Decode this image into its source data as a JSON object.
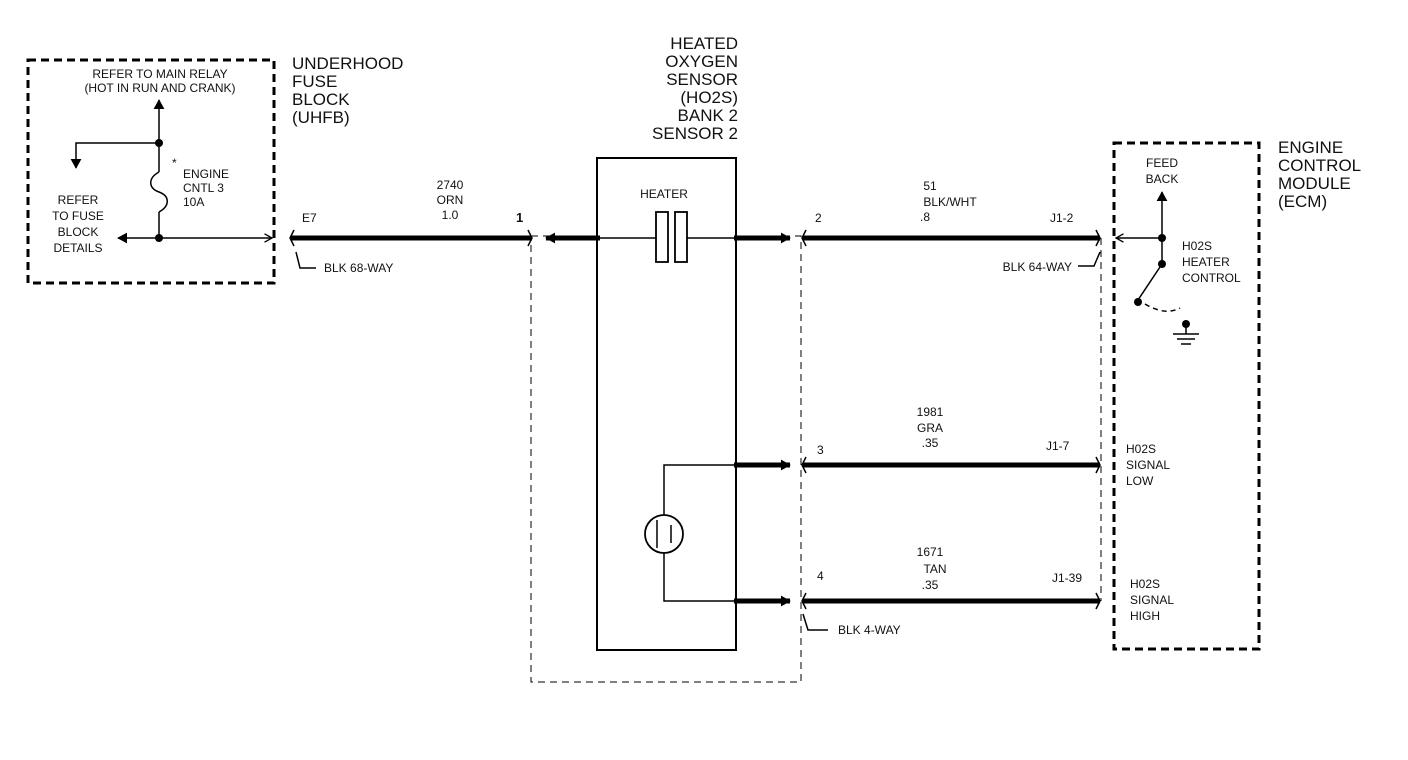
{
  "uhfb": {
    "title": [
      "UNDERHOOD",
      "FUSE",
      "BLOCK",
      "(UHFB)"
    ],
    "refer_relay": [
      "REFER TO MAIN RELAY",
      "(HOT IN RUN AND CRANK)"
    ],
    "refer_fuse": [
      "REFER",
      "TO FUSE",
      "BLOCK",
      "DETAILS"
    ],
    "fuse_label": [
      "ENGINE",
      "CNTL 3",
      "10A"
    ],
    "fuse_mark": "*",
    "terminal": "E7",
    "connector": "BLK 68-WAY"
  },
  "sensor": {
    "title": [
      "HEATED",
      "OXYGEN",
      "SENSOR",
      "(HO2S)",
      "BANK 2",
      "SENSOR 2"
    ],
    "heater_label": "HEATER",
    "pin_1": "1",
    "pin_2": "2",
    "pin_3": "3",
    "pin_4": "4",
    "connector": "BLK 4-WAY"
  },
  "wires": {
    "w2740": [
      "2740",
      "ORN",
      "1.0"
    ],
    "w51": [
      "51",
      "BLK/WHT",
      ".8"
    ],
    "w1981": [
      "1981",
      "GRA",
      ".35"
    ],
    "w1671": [
      "1671",
      "TAN",
      ".35"
    ]
  },
  "ecm": {
    "title": [
      "ENGINE",
      "CONTROL",
      "MODULE",
      "(ECM)"
    ],
    "feedback": [
      "FEED",
      "BACK"
    ],
    "heater_control": [
      "H02S",
      "HEATER",
      "CONTROL"
    ],
    "signal_low": [
      "H02S",
      "SIGNAL",
      "LOW"
    ],
    "signal_high": [
      "H02S",
      "SIGNAL",
      "HIGH"
    ],
    "pin_j1_2": "J1-2",
    "pin_j1_7": "J1-7",
    "pin_j1_39": "J1-39",
    "connector": "BLK 64-WAY"
  }
}
